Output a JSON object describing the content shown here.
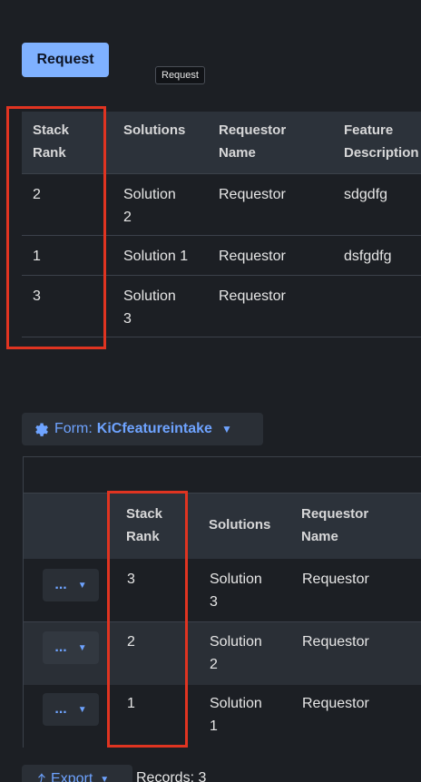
{
  "request_button": {
    "label": "Request"
  },
  "tooltip": {
    "text": "Request"
  },
  "table_a": {
    "headers": {
      "stack_rank": [
        "Stack",
        "Rank"
      ],
      "solutions": [
        "Solutions"
      ],
      "requestor_name": [
        "Requestor",
        "Name"
      ],
      "feature_description": [
        "Feature",
        "Description"
      ]
    },
    "rows": [
      {
        "stack_rank": "2",
        "solution": [
          "Solution",
          "2"
        ],
        "requestor": "Requestor",
        "description": "sdgdfg"
      },
      {
        "stack_rank": "1",
        "solution": [
          "Solution 1"
        ],
        "requestor": "Requestor",
        "description": "dsfgdfg"
      },
      {
        "stack_rank": "3",
        "solution": [
          "Solution",
          "3"
        ],
        "requestor": "Requestor",
        "description": ""
      }
    ]
  },
  "form_selector": {
    "prefix": "Form:",
    "name": "KiCfeatureintake",
    "icon": "gear-icon"
  },
  "grid_b": {
    "headers": {
      "stack_rank": [
        "Stack",
        "Rank"
      ],
      "solutions": [
        "Solutions"
      ],
      "requestor_name": [
        "Requestor",
        "Name"
      ]
    },
    "action_label": "...",
    "rows": [
      {
        "stack_rank": "3",
        "solution": [
          "Solution",
          "3"
        ],
        "requestor": "Requestor"
      },
      {
        "stack_rank": "2",
        "solution": [
          "Solution",
          "2"
        ],
        "requestor": "Requestor"
      },
      {
        "stack_rank": "1",
        "solution": [
          "Solution",
          "1"
        ],
        "requestor": "Requestor"
      }
    ]
  },
  "footer": {
    "export_label": "Export",
    "records_label": "Records: 3"
  },
  "colors": {
    "accent": "#6ea3ff",
    "highlight": "#e03421",
    "background": "#1c1f24"
  }
}
